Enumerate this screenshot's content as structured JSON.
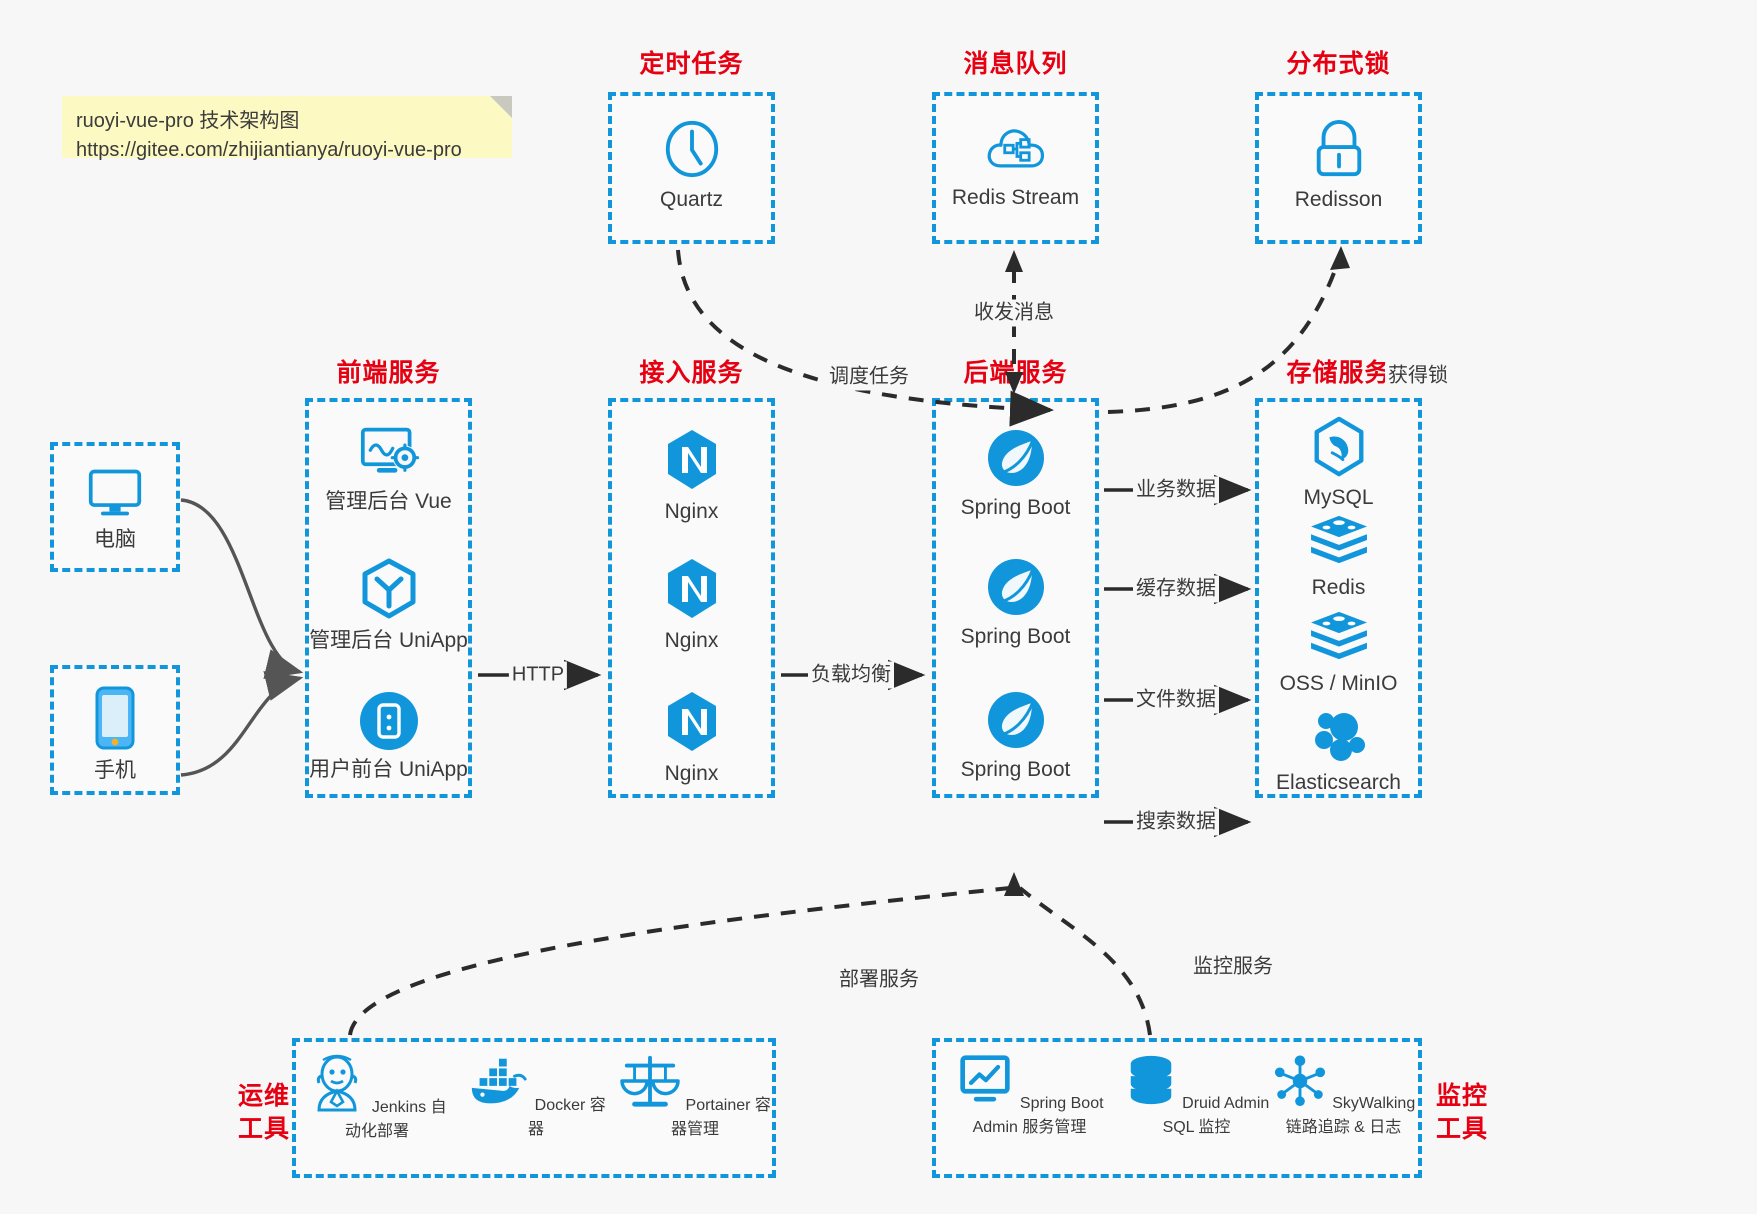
{
  "note": {
    "line1": "ruoyi-vue-pro 技术架构图",
    "line2": "https://gitee.com/zhijiantianya/ruoyi-vue-pro"
  },
  "colors": {
    "accent_blue": "#1296db",
    "caption_red": "#e60012",
    "arrow_dark": "#2b2b2b",
    "curve_gray": "#555555",
    "note_yellow": "#fcf9c3",
    "background": "#f7f7f7"
  },
  "captions": {
    "scheduled_task": "定时任务",
    "message_queue": "消息队列",
    "distributed_lock": "分布式锁",
    "frontend_service": "前端服务",
    "access_service": "接入服务",
    "backend_service": "后端服务",
    "storage_service": "存储服务",
    "devops_tools_l1": "运维",
    "devops_tools_l2": "工具",
    "monitor_tools_l1": "监控",
    "monitor_tools_l2": "工具"
  },
  "top_row": [
    {
      "id": "quartz",
      "label": "Quartz",
      "icon": "clock-icon"
    },
    {
      "id": "redis-stream",
      "label": "Redis Stream",
      "icon": "cloud-stream-icon"
    },
    {
      "id": "redisson",
      "label": "Redisson",
      "icon": "lock-icon"
    }
  ],
  "clients": [
    {
      "id": "pc",
      "label": "电脑",
      "icon": "desktop-monitor-icon"
    },
    {
      "id": "mobile",
      "label": "手机",
      "icon": "smartphone-icon"
    }
  ],
  "frontend": [
    {
      "id": "admin-vue",
      "label": "管理后台 Vue",
      "icon": "dashboard-gear-icon"
    },
    {
      "id": "admin-uniapp",
      "label": "管理后台 UniApp",
      "icon": "uniapp-cube-icon"
    },
    {
      "id": "user-uniapp",
      "label": "用户前台 UniApp",
      "icon": "mobile-app-icon"
    }
  ],
  "access": [
    {
      "id": "nginx-1",
      "label": "Nginx",
      "icon": "nginx-icon"
    },
    {
      "id": "nginx-2",
      "label": "Nginx",
      "icon": "nginx-icon"
    },
    {
      "id": "nginx-3",
      "label": "Nginx",
      "icon": "nginx-icon"
    }
  ],
  "backend": [
    {
      "id": "spring-boot-1",
      "label": "Spring Boot",
      "icon": "spring-leaf-icon"
    },
    {
      "id": "spring-boot-2",
      "label": "Spring Boot",
      "icon": "spring-leaf-icon"
    },
    {
      "id": "spring-boot-3",
      "label": "Spring Boot",
      "icon": "spring-leaf-icon"
    }
  ],
  "storage": [
    {
      "id": "mysql",
      "label": "MySQL",
      "icon": "mysql-dolphin-icon"
    },
    {
      "id": "redis",
      "label": "Redis",
      "icon": "redis-stack-icon"
    },
    {
      "id": "oss-minio",
      "label": "OSS / MinIO",
      "icon": "storage-stack-icon"
    },
    {
      "id": "elasticsearch",
      "label": "Elasticsearch",
      "icon": "elasticsearch-icon"
    }
  ],
  "devops": [
    {
      "id": "jenkins",
      "label": "Jenkins",
      "sublabel": "自动化部署",
      "icon": "jenkins-butler-icon"
    },
    {
      "id": "docker",
      "label": "Docker",
      "sublabel": "容器",
      "icon": "docker-whale-icon"
    },
    {
      "id": "portainer",
      "label": "Portainer",
      "sublabel": "容器管理",
      "icon": "portainer-scales-icon"
    }
  ],
  "monitoring": [
    {
      "id": "spring-boot-admin",
      "label": "Spring Boot Admin",
      "sublabel": "服务管理",
      "icon": "monitor-chart-icon"
    },
    {
      "id": "druid-admin",
      "label": "Druid Admin",
      "sublabel": "SQL 监控",
      "icon": "database-cylinder-icon"
    },
    {
      "id": "skywalking",
      "label": "SkyWalking",
      "sublabel": "链路追踪 & 日志",
      "icon": "skywalking-node-icon"
    }
  ],
  "edges": [
    {
      "id": "http",
      "label": "HTTP",
      "from": "frontend",
      "to": "access",
      "style": "solid"
    },
    {
      "id": "load-balance",
      "label": "负载均衡",
      "from": "access",
      "to": "backend",
      "style": "solid"
    },
    {
      "id": "business-data",
      "label": "业务数据",
      "from": "backend",
      "to": "mysql",
      "style": "solid"
    },
    {
      "id": "cache-data",
      "label": "缓存数据",
      "from": "backend",
      "to": "redis",
      "style": "solid"
    },
    {
      "id": "file-data",
      "label": "文件数据",
      "from": "backend",
      "to": "oss",
      "style": "solid"
    },
    {
      "id": "search-data",
      "label": "搜索数据",
      "from": "backend",
      "to": "es",
      "style": "solid"
    },
    {
      "id": "schedule-task",
      "label": "调度任务",
      "from": "quartz",
      "to": "backend",
      "style": "dashed"
    },
    {
      "id": "send-receive",
      "label": "收发消息",
      "from": "redis-stream",
      "to": "backend",
      "style": "dashed"
    },
    {
      "id": "acquire-lock",
      "label": "获得锁",
      "from": "backend",
      "to": "redisson",
      "style": "dashed"
    },
    {
      "id": "deploy-service",
      "label": "部署服务",
      "from": "devops",
      "to": "backend",
      "style": "dashed"
    },
    {
      "id": "monitor-service",
      "label": "监控服务",
      "from": "monitoring",
      "to": "backend",
      "style": "dashed"
    }
  ]
}
